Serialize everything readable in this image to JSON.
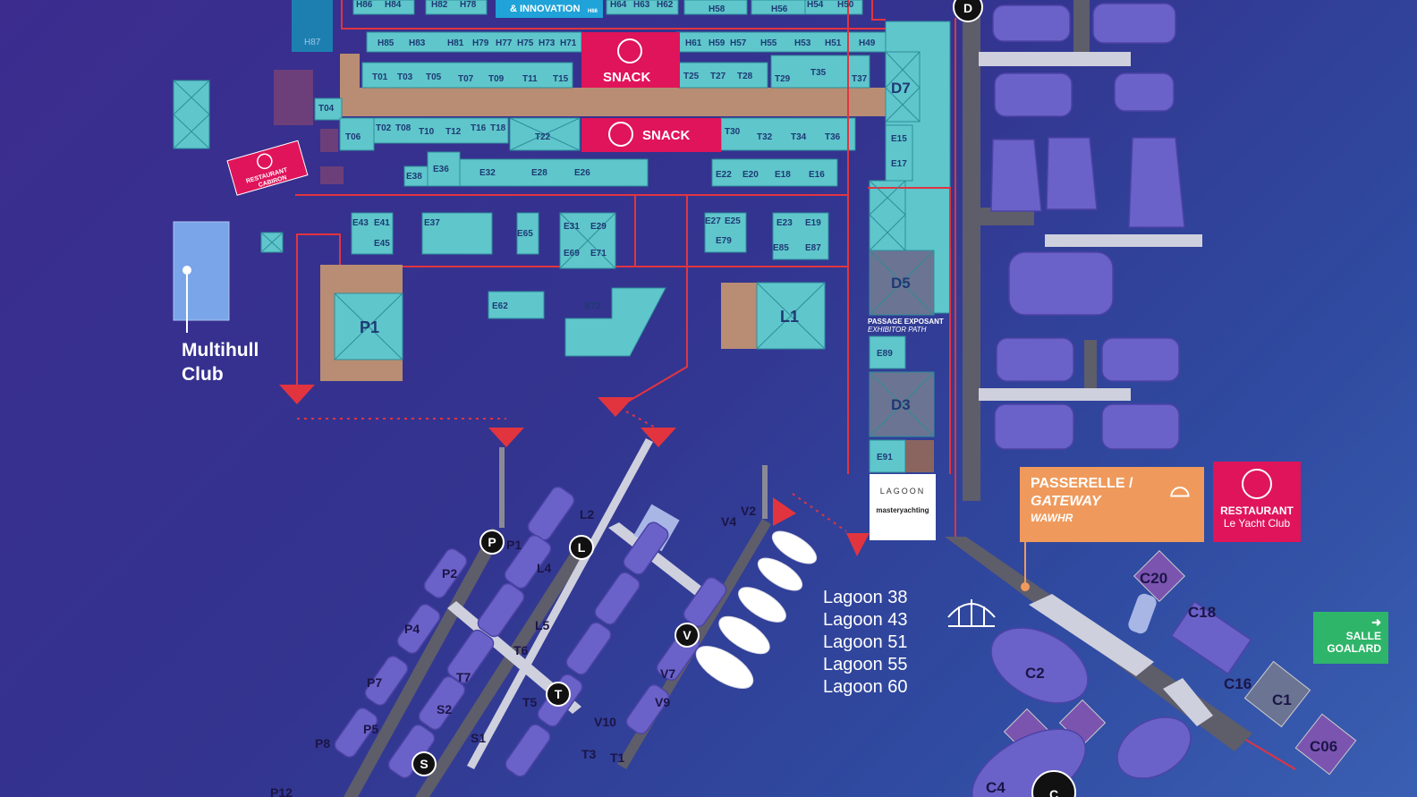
{
  "innovation_banner": "& INNOVATION",
  "innovation_code": "H66",
  "multihull_club": [
    "Multihull",
    "Club"
  ],
  "lagoon_models": [
    "Lagoon 38",
    "Lagoon 43",
    "Lagoon 51",
    "Lagoon 55",
    "Lagoon 60"
  ],
  "snack_label": "SNACK",
  "restaurant_cabiron": [
    "RESTAURANT",
    "CABIRON"
  ],
  "passage_exposant": "PASSAGE EXPOSANT",
  "exhibitor_path": "EXHIBITOR PATH",
  "passerelle": {
    "line1": "PASSERELLE /",
    "line2": "GATEWAY",
    "line3": "WAWHR"
  },
  "restaurant_yacht": {
    "line1": "RESTAURANT",
    "line2": "Le Yacht Club"
  },
  "salle_goalard": {
    "line1": "SALLE",
    "line2": "GOALARD"
  },
  "lagoon_logo": "LAGOON",
  "mastery_logo": "masteryachting",
  "colors": {
    "stand": "#5fc6cc",
    "route": "#e2343f",
    "snack": "#e0145a",
    "gateway": "#ef9a5c",
    "goalard": "#2fb56a"
  },
  "stands_top_h": [
    "H86",
    "H84",
    "H82",
    "H78",
    "H64",
    "H63",
    "H62",
    "H58",
    "H56",
    "H54",
    "H50"
  ],
  "stands_h_row": [
    "H85",
    "H83",
    "H81",
    "H79",
    "H77",
    "H75",
    "H73",
    "H71",
    "H61",
    "H59",
    "H57",
    "H55",
    "H53",
    "H51",
    "H49"
  ],
  "h87": "H87",
  "stands_t_top": [
    "T01",
    "T03",
    "T05",
    "T07",
    "T09",
    "T11",
    "T15",
    "T25",
    "T27",
    "T28",
    "T29",
    "T35",
    "T37"
  ],
  "t04": "T04",
  "stands_t_bottom": [
    "T06",
    "T02",
    "T08",
    "T10",
    "T12",
    "T16",
    "T18",
    "T22",
    "T30",
    "T32",
    "T34",
    "T36"
  ],
  "stands_e_row": [
    "E38",
    "E36",
    "E32",
    "E28",
    "E26",
    "E22",
    "E20",
    "E18",
    "E16"
  ],
  "stands_e_mid": [
    "E43",
    "E41",
    "E45",
    "E37",
    "E65",
    "E31",
    "E29",
    "E69",
    "E71",
    "E27",
    "E25",
    "E79",
    "E23",
    "E19",
    "E85",
    "E87"
  ],
  "stands_e_low": [
    "E62",
    "E72",
    "E89",
    "E91",
    "E15",
    "E17"
  ],
  "big_areas": [
    "D7",
    "D5",
    "D3",
    "P1",
    "L1"
  ],
  "pontoon_letters": [
    "D",
    "P",
    "L",
    "V",
    "T",
    "S",
    "C"
  ],
  "berths_left": [
    "P1",
    "P2",
    "P4",
    "P7",
    "P5",
    "P8",
    "P12",
    "L2",
    "L4",
    "L5",
    "T6",
    "T7",
    "T5",
    "S2",
    "S1",
    "T3",
    "T1",
    "V2",
    "V4",
    "V7",
    "V9",
    "V10"
  ],
  "berths_right": [
    "C20",
    "C18",
    "C16",
    "C1",
    "C06",
    "C2",
    "C4"
  ]
}
